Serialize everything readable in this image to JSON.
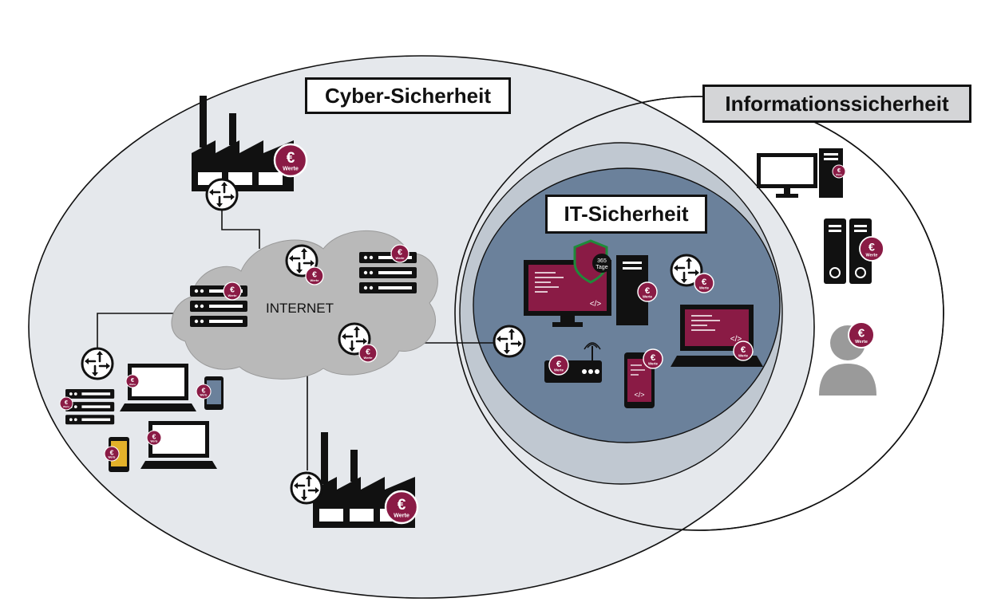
{
  "labels": {
    "cyber": "Cyber-Sicherheit",
    "info": "Informationssicherheit",
    "it": "IT-Sicherheit",
    "internet": "INTERNET"
  },
  "badge": {
    "symbol": "€",
    "text": "Werte"
  },
  "shield": {
    "line1": "365",
    "line2": "Tage"
  },
  "code_tag": "</>",
  "colors": {
    "cyber_fill": "#e5e8ec",
    "it_outer_fill": "#c0c8d1",
    "it_inner_fill": "#6b819b",
    "cloud_fill": "#b9b9b9",
    "badge": "#8a1b45",
    "screen_red": "#8a1b45",
    "shield_green": "#1f8a3a",
    "phone_yellow": "#e3b12a",
    "phone_blue": "#6b819b",
    "user_gray": "#9a9a9a"
  },
  "icons": [
    "factory-icon",
    "router-icon",
    "server-icon",
    "laptop-icon",
    "phone-icon",
    "monitor-icon",
    "pc-tower-icon",
    "wifi-router-icon",
    "binder-icon",
    "user-icon",
    "shield-icon",
    "euro-badge-icon"
  ]
}
